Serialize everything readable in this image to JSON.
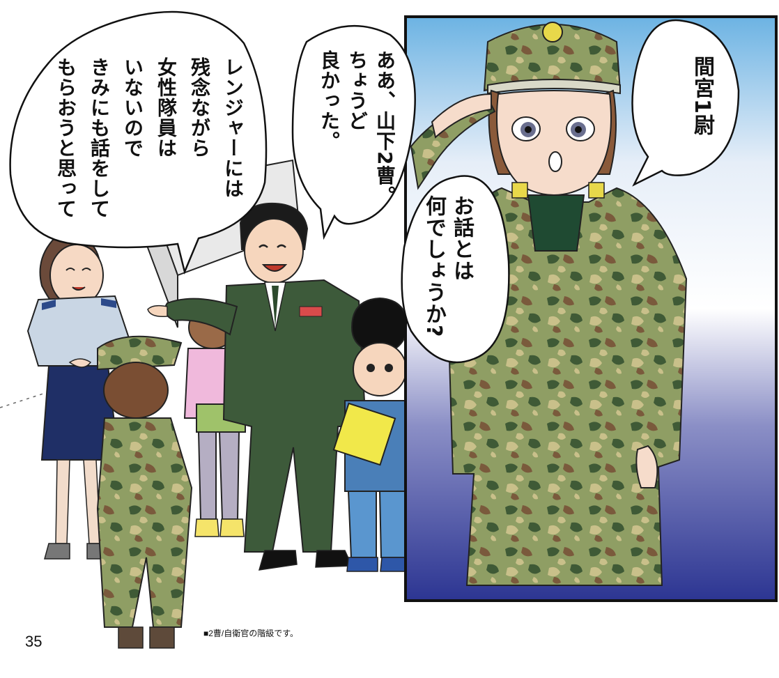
{
  "speech": {
    "lt": "間宮1尉",
    "question": "お話とは\n何でしょうか?",
    "greeting": "ああ、山下2曹。\nちょうど\n良かった。",
    "explain": "レンジャーには\n残念ながら\n女性隊員は\nいないので\nきみにも話をして\nもらおうと思って"
  },
  "footnote": "■2曹/自衛官の階級です。",
  "page_number": "35",
  "colors": {
    "camo_base": "#8a9a62",
    "camo_dark": "#3f5a36",
    "camo_brown": "#7a5a3c",
    "camo_tan": "#c9c08a",
    "bg_blue_top": "#6fb0df",
    "bg_blue_bottom": "#2f3890",
    "officer_green": "#3d5a3a"
  }
}
